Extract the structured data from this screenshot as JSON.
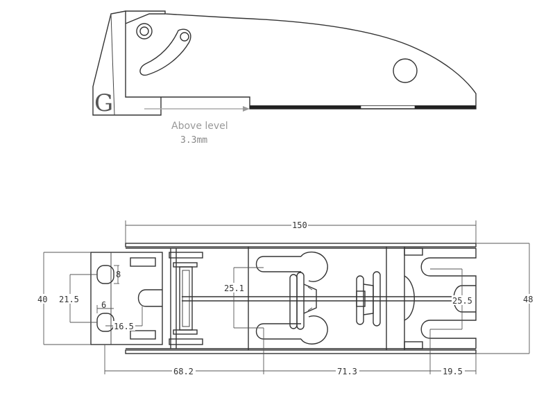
{
  "side_view": {
    "marker_letter": "G",
    "note_line1": "Above level",
    "note_line2": "3.3mm"
  },
  "plan_view": {
    "dimensions": {
      "overall_length": "150",
      "overall_width": "48",
      "left_block_height": "40",
      "left_hole_spacing": "21.5",
      "top_hole_size": "8",
      "bottom_hole_width": "6",
      "bottom_hole_offset": "16.5",
      "middle_slot_spacing": "25.1",
      "right_slot_spacing": "25.5",
      "seg_left": "68.2",
      "seg_mid": "71.3",
      "seg_right": "19.5"
    }
  }
}
